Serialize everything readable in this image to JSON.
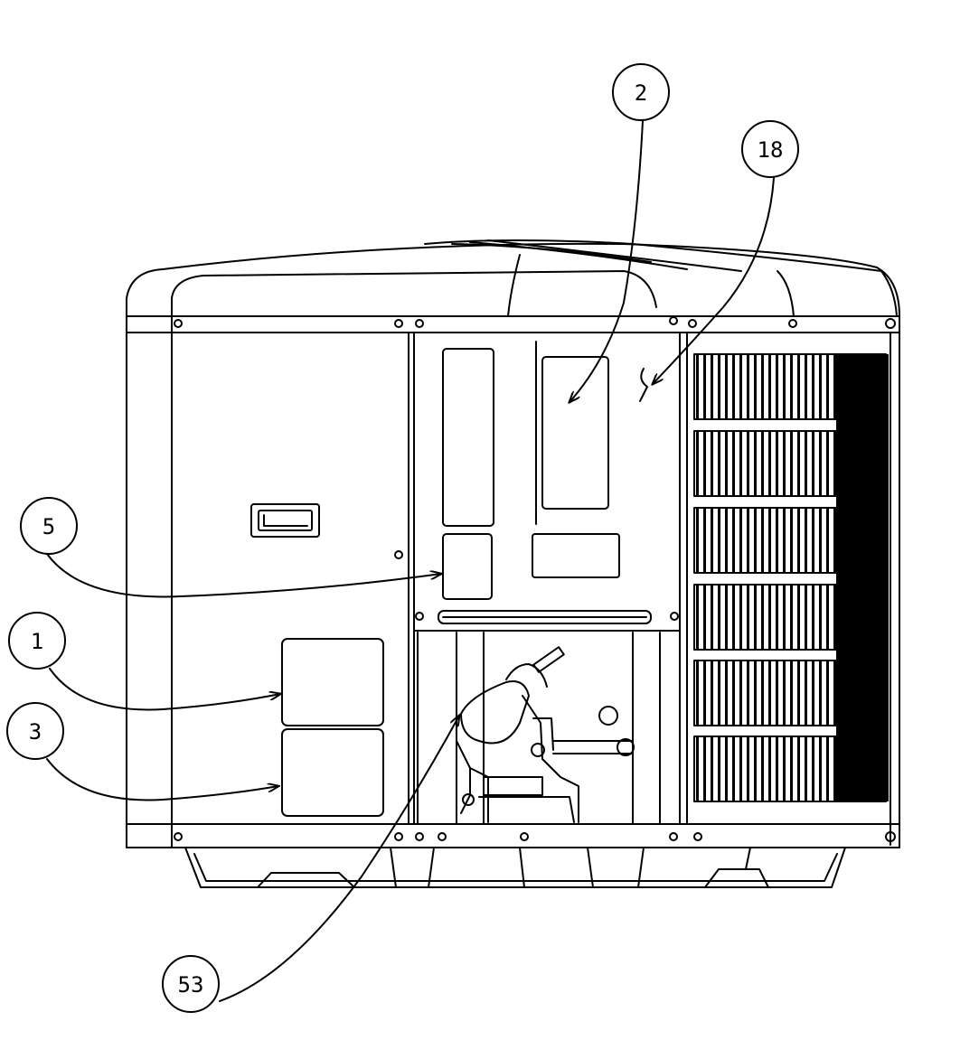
{
  "callouts": [
    {
      "id": "c2",
      "label": "2"
    },
    {
      "id": "c18",
      "label": "18"
    },
    {
      "id": "c5",
      "label": "5"
    },
    {
      "id": "c1",
      "label": "1"
    },
    {
      "id": "c3",
      "label": "3"
    },
    {
      "id": "c53",
      "label": "53"
    }
  ],
  "colors": {
    "ink": "#000000",
    "paper": "#ffffff"
  }
}
